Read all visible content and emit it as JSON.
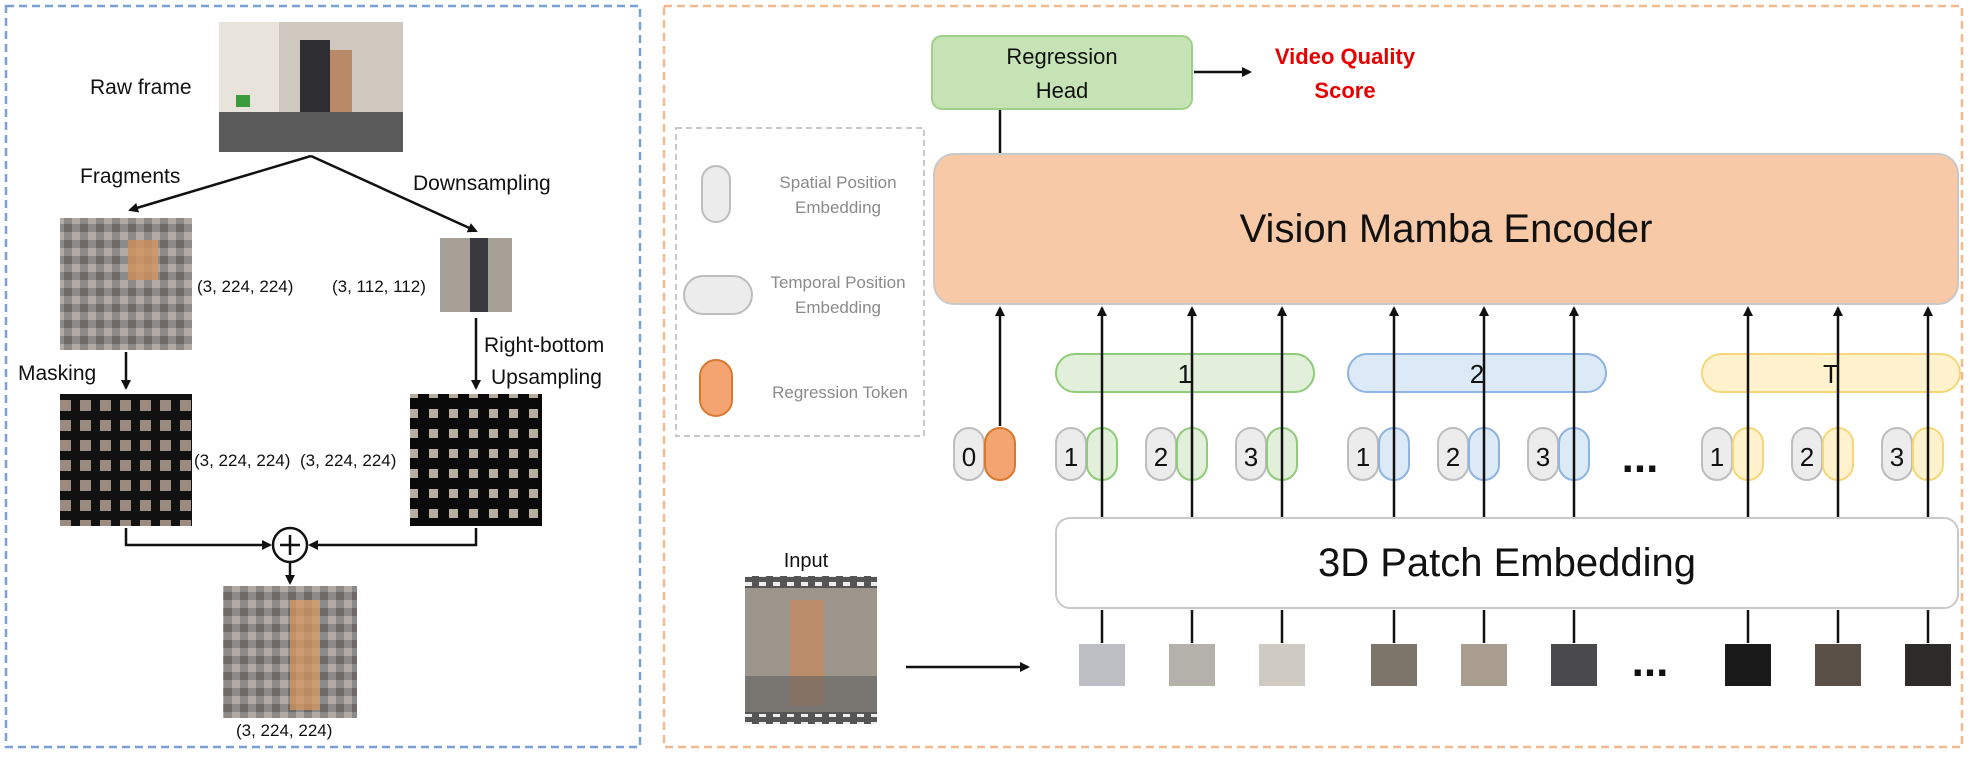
{
  "left_panel": {
    "raw_frame_label": "Raw frame",
    "fragments_label": "Fragments",
    "downsampling_label": "Downsampling",
    "masking_label": "Masking",
    "upsampling_label_1": "Right-bottom",
    "upsampling_label_2": "Upsampling",
    "dim_fragments": "(3, 224, 224)",
    "dim_downsampled": "(3, 112, 112)",
    "dim_masked": "(3, 224, 224)",
    "dim_upsampled": "(3, 224, 224)",
    "dim_output": "(3, 224, 224)"
  },
  "right_panel": {
    "regression_head_line1": "Regression",
    "regression_head_line2": "Head",
    "score_line1": "Video Quality",
    "score_line2": "Score",
    "encoder_label": "Vision Mamba Encoder",
    "patch_embedding_label": "3D Patch Embedding",
    "input_label": "Input",
    "regression_token_index": "0",
    "ellipsis": "...",
    "groups": [
      {
        "label": "1",
        "tokens": [
          "1",
          "2",
          "3"
        ]
      },
      {
        "label": "2",
        "tokens": [
          "1",
          "2",
          "3"
        ]
      },
      {
        "label": "T",
        "tokens": [
          "1",
          "2",
          "3"
        ]
      }
    ]
  },
  "legend": {
    "spatial_1": "Spatial Position",
    "spatial_2": "Embedding",
    "temporal_1": "Temporal Position",
    "temporal_2": "Embedding",
    "regression": "Regression Token"
  },
  "colors": {
    "left_border": "#7b9fd6",
    "right_border": "#f4b98f",
    "encoder_fill": "#f7c9a6",
    "head_fill": "#c6e3b5",
    "group1_fill": "#e2efda",
    "group1_stroke": "#8fcb7a",
    "group2_fill": "#dce9f7",
    "group2_stroke": "#8db4e2",
    "groupT_fill": "#fff2cc",
    "groupT_stroke": "#f5d77a",
    "regression_token_fill": "#f4a470",
    "regression_token_stroke": "#d9782f",
    "score_text": "#e60000"
  }
}
